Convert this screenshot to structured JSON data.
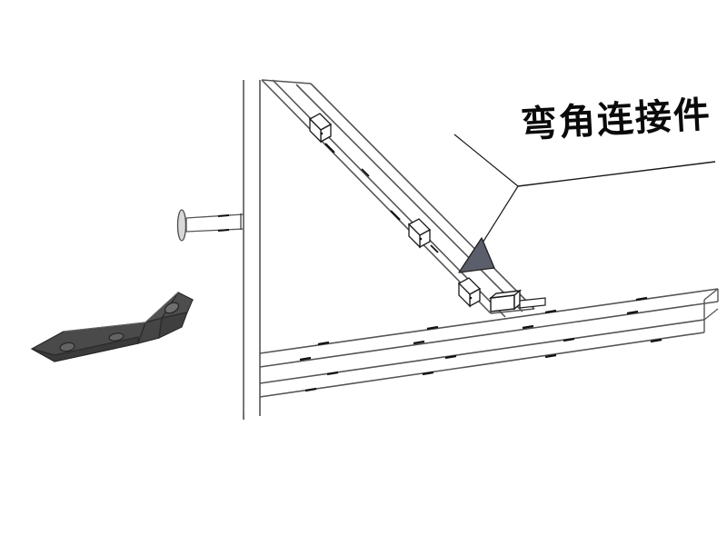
{
  "diagram": {
    "title_label": "弯角连接件",
    "background_color": "#ffffff",
    "line_color": "#4d4d4d",
    "outline_color": "#1a1a1a",
    "arrow_fill_color": "#5a5f6b",
    "bracket_fill_color": "#4a4a4a",
    "bracket_fill_dark": "#3c3c3c",
    "bracket_fill_light": "#565656"
  },
  "callout": {
    "label": "弯角连接件",
    "leader_junction": "570,205",
    "arrow_tip": "505,300"
  },
  "parts": {
    "loose_bracket": {
      "name": "弯角连接件",
      "hole_count": "3"
    },
    "vertical_post": {
      "name": "vertical-post"
    },
    "diagonal_beam": {
      "name": "diagonal-beam"
    },
    "horizontal_rail": {
      "name": "horizontal-rail"
    },
    "pin_fastener": {
      "name": "pin-fastener"
    }
  }
}
